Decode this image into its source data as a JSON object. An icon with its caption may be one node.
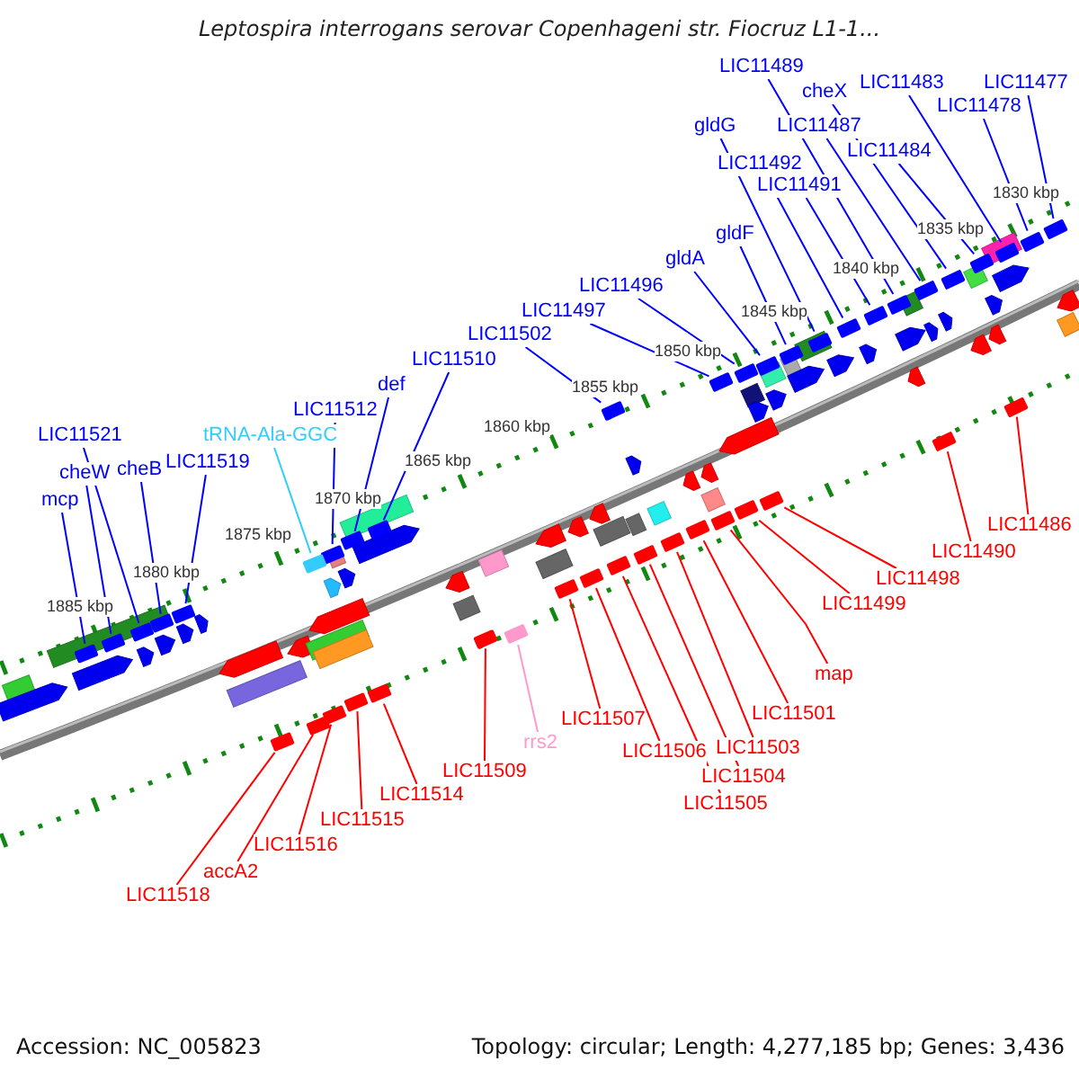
{
  "diagram": {
    "title": "Leptospira interrogans serovar Copenhageni str. Fiocruz L1-1...",
    "nodes": [
      {
        "text": [
          "LIC11489"
        ]
      },
      {
        "text": [
          "LIC11483"
        ]
      },
      {
        "text": [
          "LIC11477"
        ]
      },
      {
        "text": [
          "cheX"
        ]
      },
      {
        "text": [
          "LIC11478"
        ]
      },
      {
        "text": [
          "gldG"
        ]
      },
      {
        "text": [
          "LIC11487"
        ]
      },
      {
        "text": [
          "LIC11484"
        ]
      },
      {
        "text": [
          "LIC11492"
        ]
      },
      {
        "text": [
          "LIC11491"
        ]
      },
      {
        "text": [
          "gldF"
        ]
      },
      {
        "text": [
          "gldA"
        ]
      },
      {
        "text": [
          "LIC11496"
        ]
      },
      {
        "text": [
          "LIC11497"
        ]
      },
      {
        "text": [
          "LIC11502"
        ]
      },
      {
        "text": [
          "LIC11510"
        ]
      },
      {
        "text": [
          "def"
        ]
      },
      {
        "text": [
          "LIC11512"
        ]
      },
      {
        "text": [
          "LIC11521"
        ]
      },
      {
        "text": [
          "tRNA-Ala-GGC"
        ]
      },
      {
        "text": [
          "LIC11519"
        ]
      },
      {
        "text": [
          "cheB"
        ]
      },
      {
        "text": [
          "cheW"
        ]
      },
      {
        "text": [
          "mcp"
        ]
      },
      {
        "text": [
          "LIC11486"
        ]
      },
      {
        "text": [
          "LIC11490"
        ]
      },
      {
        "text": [
          "LIC11498"
        ]
      },
      {
        "text": [
          "LIC11499"
        ]
      },
      {
        "text": [
          "map"
        ]
      },
      {
        "text": [
          "LIC11501"
        ]
      },
      {
        "text": [
          "LIC11507"
        ]
      },
      {
        "text": [
          "rrs2"
        ]
      },
      {
        "text": [
          "LIC11503"
        ]
      },
      {
        "text": [
          "LIC11506"
        ]
      },
      {
        "text": [
          "LIC11509"
        ]
      },
      {
        "text": [
          "LIC11504"
        ]
      },
      {
        "text": [
          "LIC11514"
        ]
      },
      {
        "text": [
          "LIC11505"
        ]
      },
      {
        "text": [
          "LIC11515"
        ]
      },
      {
        "text": [
          "LIC11516"
        ]
      },
      {
        "text": [
          "accA2"
        ]
      },
      {
        "text": [
          "LIC11518"
        ]
      },
      {
        "text": [],
        "shape": "bar"
      },
      {
        "text": [],
        "shape": "bar"
      },
      {
        "text": [],
        "shape": "bar"
      },
      {
        "text": [],
        "shape": "bar"
      },
      {
        "text": [],
        "shape": "bar"
      },
      {
        "text": [],
        "shape": "bar"
      },
      {
        "text": [],
        "shape": "bar"
      },
      {
        "text": [],
        "shape": "bar"
      },
      {
        "text": [],
        "shape": "bar"
      },
      {
        "text": [],
        "shape": "bar"
      },
      {
        "text": [],
        "shape": "bar"
      },
      {
        "text": [],
        "shape": "bar"
      },
      {
        "text": [],
        "shape": "bar"
      },
      {
        "text": [],
        "shape": "bar"
      },
      {
        "text": [],
        "shape": "bar"
      },
      {
        "text": [],
        "shape": "bar"
      },
      {
        "text": [],
        "shape": "bar"
      },
      {
        "text": [],
        "shape": "bar"
      },
      {
        "text": [],
        "shape": "bar"
      },
      {
        "text": [],
        "shape": "bar"
      },
      {
        "text": [],
        "shape": "bar"
      },
      {
        "text": [],
        "shape": "bar"
      },
      {
        "text": [],
        "shape": "bar"
      },
      {
        "text": [],
        "shape": "bar"
      },
      {
        "text": [],
        "shape": "bar"
      },
      {
        "text": [],
        "shape": "bar"
      },
      {
        "text": [],
        "shape": "bar"
      },
      {
        "text": [],
        "shape": "bar"
      },
      {
        "text": [],
        "shape": "bar"
      },
      {
        "text": [],
        "shape": "bar"
      },
      {
        "text": [],
        "shape": "bar"
      },
      {
        "text": [],
        "shape": "bar"
      },
      {
        "text": [],
        "shape": "bar"
      },
      {
        "text": [],
        "shape": "bar"
      },
      {
        "text": [],
        "shape": "bar"
      },
      {
        "text": [],
        "shape": "bar"
      },
      {
        "text": [],
        "shape": "bar"
      },
      {
        "text": [],
        "shape": "bar"
      },
      {
        "text": [],
        "shape": "bar"
      },
      {
        "text": [],
        "shape": "bar"
      },
      {
        "text": [],
        "shape": "bar"
      },
      {
        "text": [],
        "shape": "bar"
      }
    ],
    "edges": [
      {
        "from": 0,
        "to": 42,
        "arrow": "none",
        "color": "#0000ff"
      },
      {
        "from": 1,
        "to": 43,
        "arrow": "none",
        "color": "#0000ff"
      },
      {
        "from": 2,
        "to": 44,
        "arrow": "none",
        "color": "#0000ff"
      },
      {
        "from": 3,
        "to": 45,
        "arrow": "none",
        "color": "#0000ff"
      },
      {
        "from": 4,
        "to": 46,
        "arrow": "none",
        "color": "#0000ff"
      },
      {
        "from": 5,
        "to": 47,
        "arrow": "none",
        "color": "#0000ff"
      },
      {
        "from": 6,
        "to": 48,
        "arrow": "none",
        "color": "#0000ff"
      },
      {
        "from": 7,
        "to": 49,
        "arrow": "none",
        "color": "#0000ff"
      },
      {
        "from": 8,
        "to": 50,
        "arrow": "none",
        "color": "#0000ff"
      },
      {
        "from": 9,
        "to": 51,
        "arrow": "none",
        "color": "#0000ff"
      },
      {
        "from": 10,
        "to": 52,
        "arrow": "none",
        "color": "#0000ff"
      },
      {
        "from": 11,
        "to": 53,
        "arrow": "none",
        "color": "#0000ff"
      },
      {
        "from": 12,
        "to": 54,
        "arrow": "none",
        "color": "#0000ff"
      },
      {
        "from": 13,
        "to": 55,
        "arrow": "none",
        "color": "#0000ff"
      },
      {
        "from": 14,
        "to": 56,
        "arrow": "none",
        "color": "#0000ff"
      },
      {
        "from": 15,
        "to": 57,
        "arrow": "none",
        "color": "#0000ff"
      },
      {
        "from": 16,
        "to": 58,
        "arrow": "none",
        "color": "#0000ff"
      },
      {
        "from": 17,
        "to": 59,
        "arrow": "none",
        "color": "#0000ff"
      },
      {
        "from": 18,
        "to": 60,
        "arrow": "none",
        "color": "#0000ff"
      },
      {
        "from": 19,
        "to": 61,
        "arrow": "none",
        "color": "#33ccff"
      },
      {
        "from": 20,
        "to": 62,
        "arrow": "none",
        "color": "#0000ff"
      },
      {
        "from": 21,
        "to": 63,
        "arrow": "none",
        "color": "#0000ff"
      },
      {
        "from": 22,
        "to": 64,
        "arrow": "none",
        "color": "#0000ff"
      },
      {
        "from": 23,
        "to": 65,
        "arrow": "none",
        "color": "#0000ff"
      },
      {
        "from": 24,
        "to": 66,
        "arrow": "none",
        "color": "#ff0000"
      },
      {
        "from": 25,
        "to": 67,
        "arrow": "none",
        "color": "#ff0000"
      },
      {
        "from": 26,
        "to": 68,
        "arrow": "none",
        "color": "#ff0000"
      },
      {
        "from": 27,
        "to": 69,
        "arrow": "none",
        "color": "#ff0000"
      },
      {
        "from": 28,
        "to": 70,
        "arrow": "none",
        "color": "#ff0000"
      },
      {
        "from": 29,
        "to": 71,
        "arrow": "none",
        "color": "#ff0000"
      },
      {
        "from": 30,
        "to": 72,
        "arrow": "none",
        "color": "#ff0000"
      },
      {
        "from": 31,
        "to": 73,
        "arrow": "none",
        "color": "#ff99cc"
      },
      {
        "from": 32,
        "to": 74,
        "arrow": "none",
        "color": "#ff0000"
      },
      {
        "from": 33,
        "to": 75,
        "arrow": "none",
        "color": "#ff0000"
      },
      {
        "from": 34,
        "to": 76,
        "arrow": "none",
        "color": "#ff0000"
      },
      {
        "from": 35,
        "to": 77,
        "arrow": "none",
        "color": "#ff0000"
      },
      {
        "from": 36,
        "to": 78,
        "arrow": "none",
        "color": "#ff0000"
      },
      {
        "from": 37,
        "to": 79,
        "arrow": "none",
        "color": "#ff0000"
      },
      {
        "from": 38,
        "to": 80,
        "arrow": "none",
        "color": "#ff0000"
      },
      {
        "from": 39,
        "to": 81,
        "arrow": "none",
        "color": "#ff0000"
      },
      {
        "from": 40,
        "to": 82,
        "arrow": "none",
        "color": "#ff0000"
      },
      {
        "from": 41,
        "to": 83,
        "arrow": "none",
        "color": "#ff0000"
      }
    ],
    "labels": [
      "1830 kbp",
      "1835 kbp",
      "1840 kbp",
      "1845 kbp",
      "1850 kbp",
      "1855 kbp",
      "1860 kbp",
      "1865 kbp",
      "1870 kbp",
      "1875 kbp",
      "1880 kbp",
      "1885 kbp",
      "Accession: NC_005823",
      "Topology: circular; Length: 4,277,185 bp; Genes: 3,436"
    ]
  }
}
